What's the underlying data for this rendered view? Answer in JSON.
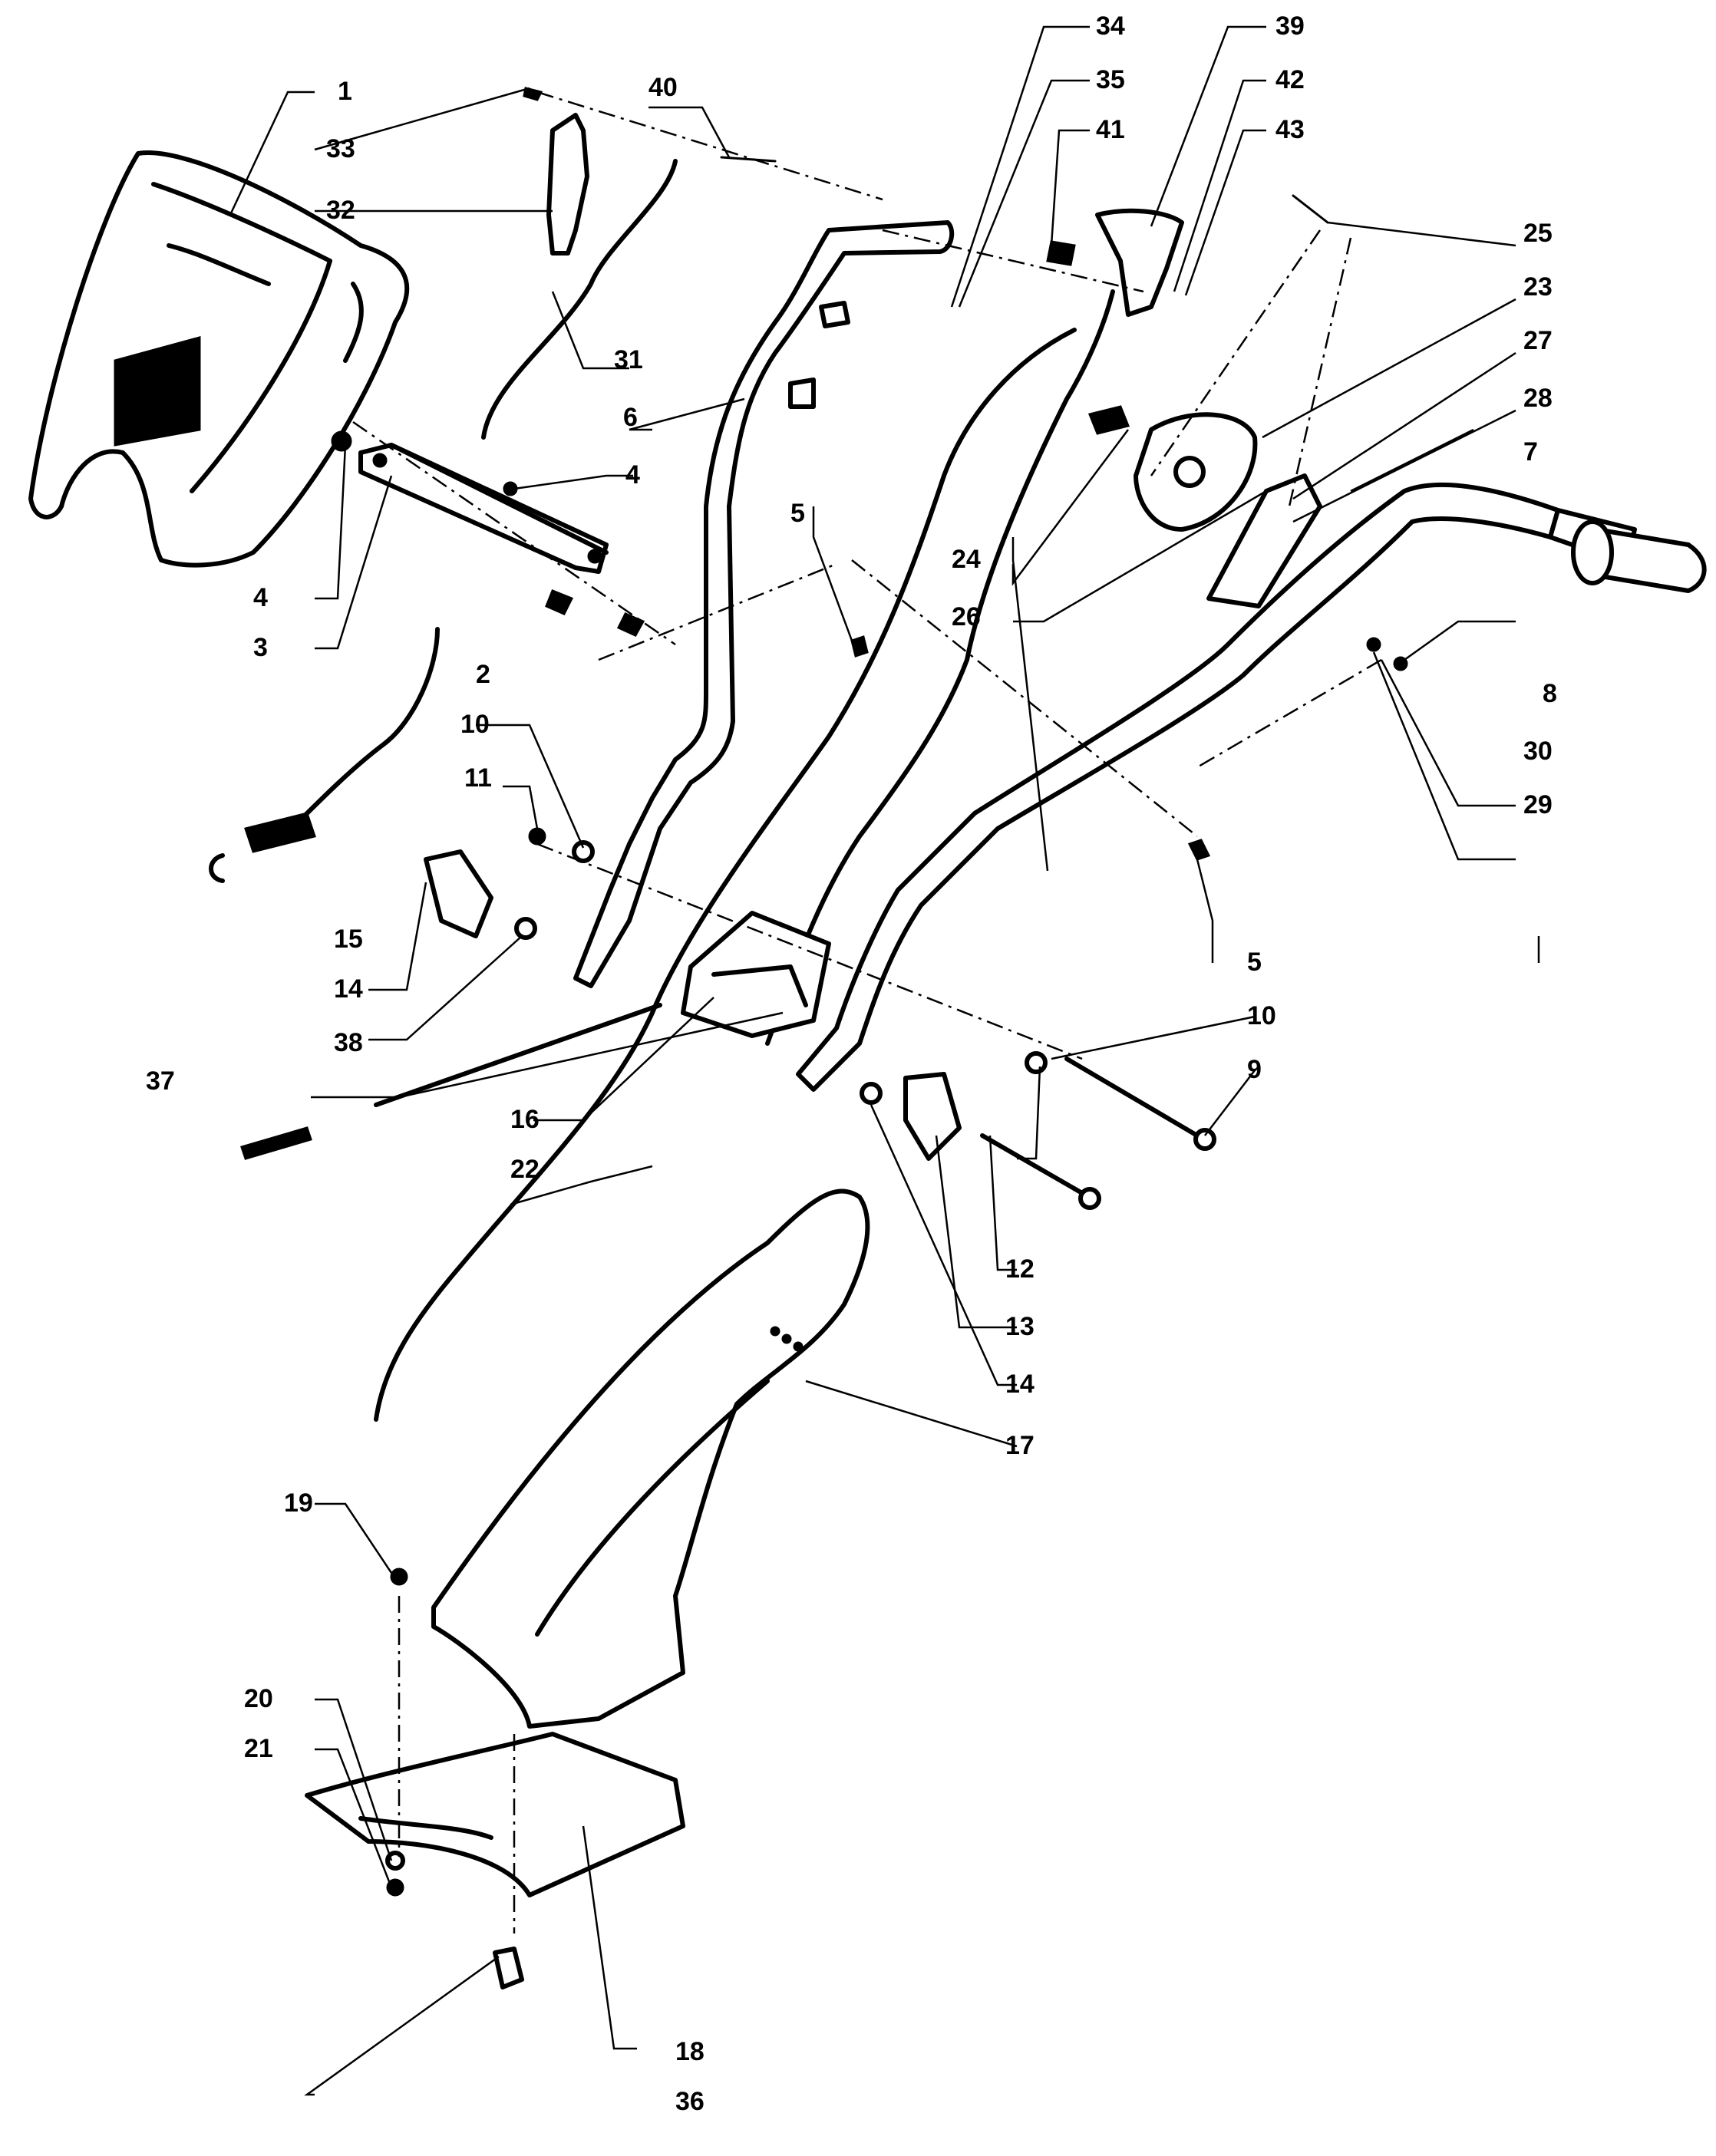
{
  "callouts": {
    "1": "1",
    "2": "2",
    "3": "3",
    "4a": "4",
    "4b": "4",
    "5a": "5",
    "5b": "5",
    "6": "6",
    "7": "7",
    "8": "8",
    "9": "9",
    "10a": "10",
    "10b": "10",
    "11": "11",
    "12": "12",
    "13": "13",
    "14a": "14",
    "14b": "14",
    "15": "15",
    "16": "16",
    "17": "17",
    "18": "18",
    "19": "19",
    "20": "20",
    "21": "21",
    "22": "22",
    "23": "23",
    "24": "24",
    "25": "25",
    "26": "26",
    "27": "27",
    "28": "28",
    "29": "29",
    "30": "30",
    "31": "31",
    "32": "32",
    "33": "33",
    "34": "34",
    "35": "35",
    "36": "36",
    "37": "37",
    "38": "38",
    "39": "39",
    "40": "40",
    "41": "41",
    "42": "42",
    "43": "43"
  },
  "colors": {
    "ink": "#000000",
    "paper": "#ffffff"
  }
}
